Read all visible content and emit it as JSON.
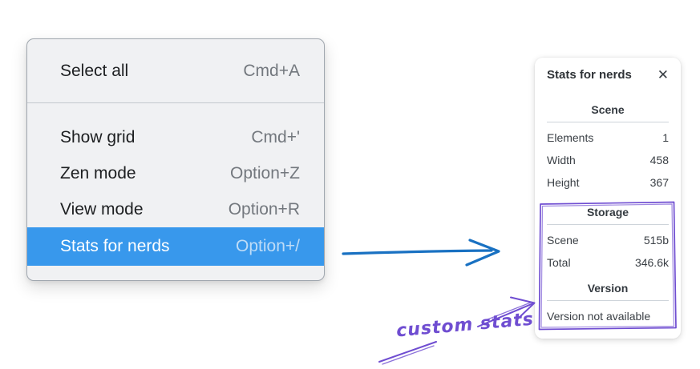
{
  "context_menu": {
    "groups": [
      {
        "items": [
          {
            "label": "Select all",
            "shortcut": "Cmd+A"
          }
        ]
      },
      {
        "items": [
          {
            "label": "Show grid",
            "shortcut": "Cmd+'"
          },
          {
            "label": "Zen mode",
            "shortcut": "Option+Z"
          },
          {
            "label": "View mode",
            "shortcut": "Option+R"
          },
          {
            "label": "Stats for nerds",
            "shortcut": "Option+/",
            "selected": true
          }
        ]
      }
    ]
  },
  "stats_panel": {
    "title": "Stats for nerds",
    "close_icon": "✕",
    "scene_section": {
      "header": "Scene",
      "rows": [
        {
          "label": "Elements",
          "value": "1"
        },
        {
          "label": "Width",
          "value": "458"
        },
        {
          "label": "Height",
          "value": "367"
        }
      ]
    },
    "storage_section": {
      "header": "Storage",
      "rows": [
        {
          "label": "Scene",
          "value": "515b"
        },
        {
          "label": "Total",
          "value": "346.6k"
        }
      ]
    },
    "version_section": {
      "header": "Version",
      "note": "Version not available"
    }
  },
  "annotation": {
    "label": "custom stats"
  },
  "colors": {
    "menu_highlight": "#3898ec",
    "arrow_blue": "#1971c2",
    "annotation_purple": "#6f4dd1"
  }
}
